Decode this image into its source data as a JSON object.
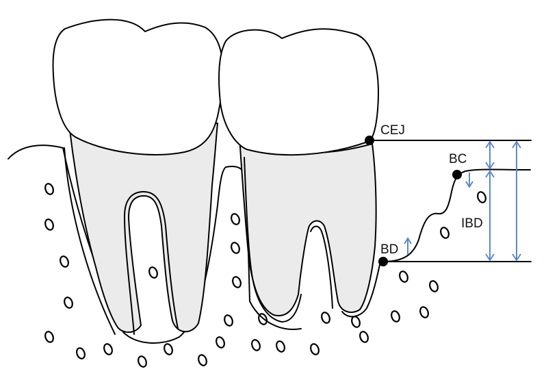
{
  "labels": {
    "cej": "CEJ",
    "bc": "BC",
    "bd": "BD",
    "ibd": "IBD"
  },
  "colors": {
    "outline": "#000000",
    "root_fill": "#ebebeb",
    "crown_fill": "#ffffff",
    "measure_arrow": "#5b8ac6",
    "point": "#000000"
  }
}
